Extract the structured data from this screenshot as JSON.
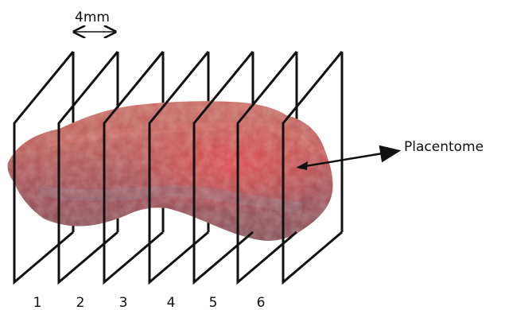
{
  "scale_label": "4mm",
  "callout_label": "Placentome",
  "section_numbers": [
    "1",
    "2",
    "3",
    "4",
    "5",
    "6"
  ],
  "colors": {
    "tissue_light": "#c2655f",
    "tissue_dark": "#8a3f48",
    "tissue_highlight": "#e0484a",
    "plane_stroke": "#111111"
  }
}
